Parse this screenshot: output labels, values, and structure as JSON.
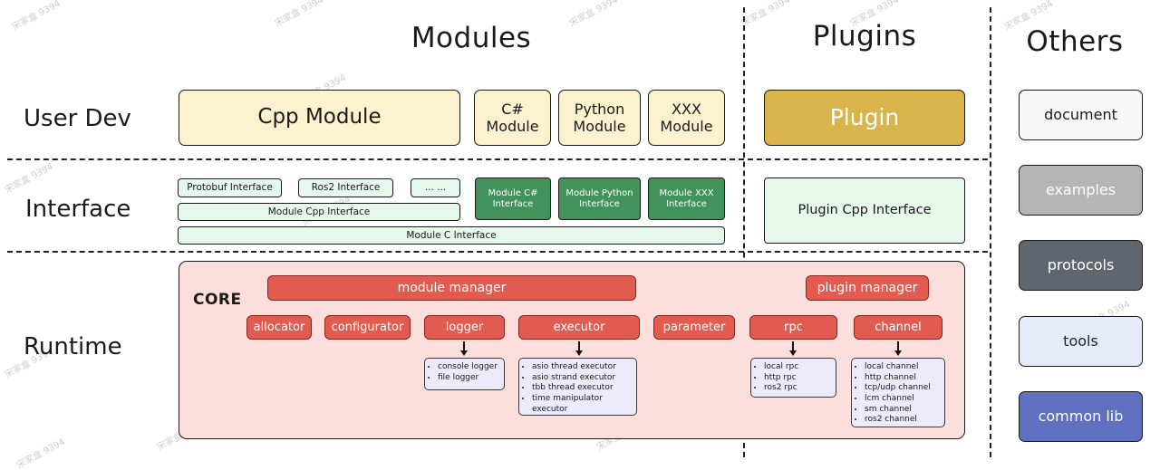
{
  "watermark": "宋家盒 9394",
  "column_titles": {
    "modules": "Modules",
    "plugins": "Plugins",
    "others": "Others"
  },
  "row_labels": {
    "user_dev": "User Dev",
    "interface": "Interface",
    "runtime": "Runtime"
  },
  "user_dev": {
    "cpp_module": "Cpp Module",
    "csharp_module": "C# Module",
    "python_module": "Python Module",
    "xxx_module": "XXX Module",
    "plugin": "Plugin"
  },
  "interface": {
    "protobuf_interface": "Protobuf Interface",
    "ros2_interface": "Ros2 Interface",
    "ellipsis": "... ...",
    "module_cpp_interface": "Module Cpp Interface",
    "module_c_interface": "Module C Interface",
    "module_csharp_interface": "Module C# Interface",
    "module_python_interface": "Module Python Interface",
    "module_xxx_interface": "Module XXX Interface",
    "plugin_cpp_interface": "Plugin Cpp Interface"
  },
  "runtime": {
    "core_label": "CORE",
    "module_manager": "module manager",
    "plugin_manager": "plugin manager",
    "components": [
      "allocator",
      "configurator",
      "logger",
      "executor",
      "parameter",
      "rpc",
      "channel"
    ],
    "logger_backends": [
      "console logger",
      "file logger"
    ],
    "executor_backends": [
      "asio thread executor",
      "asio strand executor",
      "tbb thread executor",
      "time manipulator executor"
    ],
    "rpc_backends": [
      "local rpc",
      "http rpc",
      "ros2 rpc"
    ],
    "channel_backends": [
      "local channel",
      "http channel",
      "tcp/udp channel",
      "lcm channel",
      "sm channel",
      "ros2 channel"
    ]
  },
  "others": [
    "document",
    "examples",
    "protocols",
    "tools",
    "common lib"
  ],
  "colors": {
    "module_box": "#fdf2cf",
    "plugin_box": "#d9b44a",
    "interface_light": "#e6f7ec",
    "interface_dark": "#43925c",
    "core_bg": "#fcdfdd",
    "core_component": "#e15b50",
    "backend_list": "#eceafb",
    "others_document": "#f7f7f7",
    "others_examples": "#b5b5b5",
    "others_protocols": "#60666e",
    "others_tools": "#e7eaf8",
    "others_common_lib": "#6070c0"
  }
}
